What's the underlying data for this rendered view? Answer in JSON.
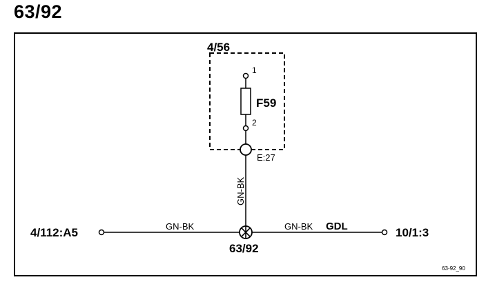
{
  "title": "63/92",
  "component": {
    "label": "4/56"
  },
  "fuse": {
    "label": "F59",
    "pin_top": "1",
    "pin_bottom": "2"
  },
  "connector": {
    "label": "E:27"
  },
  "wires": {
    "vertical_color": "GN-BK",
    "left_color": "GN-BK",
    "right_color": "GN-BK",
    "right_signal": "GDL"
  },
  "terminals": {
    "left": "4/112:A5",
    "right": "10/1:3"
  },
  "splice": {
    "label": "63/92"
  },
  "footer": {
    "ref": "63-92_90"
  },
  "colors": {
    "line": "#000000",
    "background": "#ffffff"
  }
}
